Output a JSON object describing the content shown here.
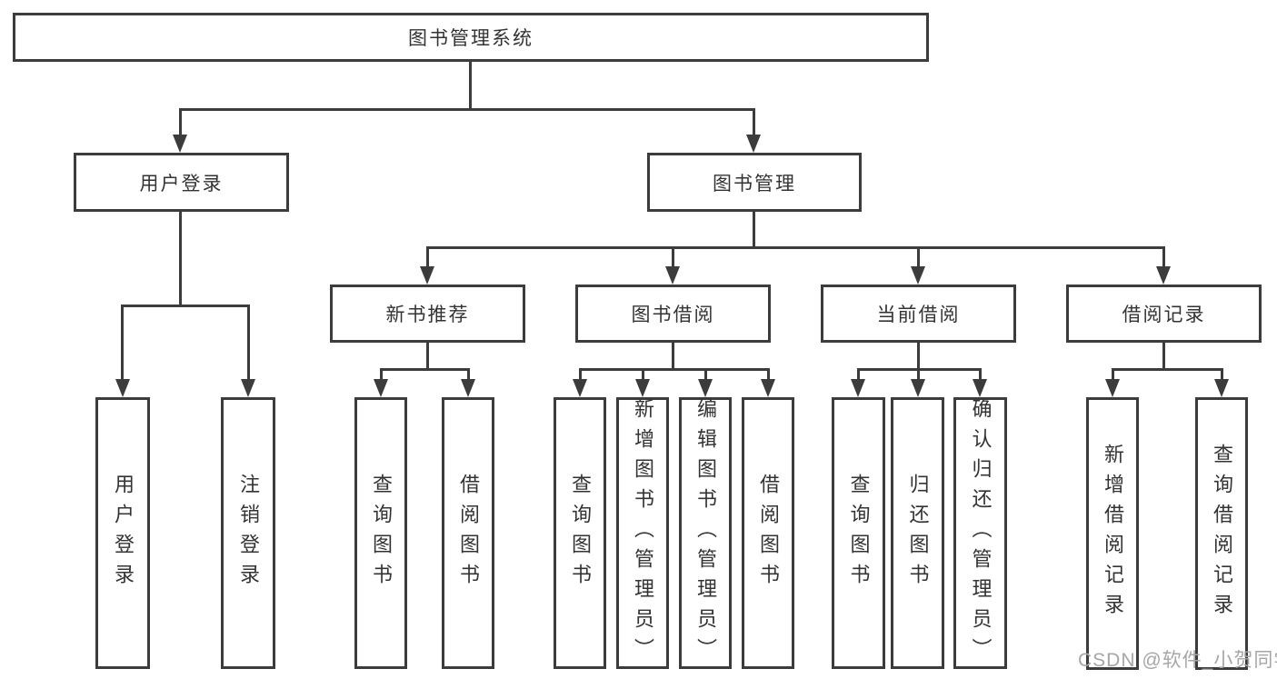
{
  "diagram": {
    "type": "tree",
    "title": "图书管理系统",
    "colors": {
      "line": "#3c3c3c",
      "box_border": "#3c3c3c",
      "text": "#333333",
      "background": "#ffffff",
      "watermark": "#a6a6a6"
    },
    "watermark": "CSDN @软件_小贺同学",
    "nodes": {
      "root": {
        "label": "图书管理系统"
      },
      "user_login": {
        "label": "用户登录"
      },
      "book_management": {
        "label": "图书管理"
      },
      "login": {
        "label": "用户登录"
      },
      "logout": {
        "label": "注销登录"
      },
      "new_book_recommend": {
        "label": "新书推荐"
      },
      "nb_query_book": {
        "label": "查询图书"
      },
      "nb_borrow_book": {
        "label": "借阅图书"
      },
      "book_borrow": {
        "label": "图书借阅"
      },
      "bb_query_book": {
        "label": "查询图书"
      },
      "bb_add_book": {
        "label": "新增图书（管理员）"
      },
      "bb_edit_book": {
        "label": "编辑图书（管理员）"
      },
      "bb_borrow_book": {
        "label": "借阅图书"
      },
      "current_borrow": {
        "label": "当前借阅"
      },
      "cb_query_book": {
        "label": "查询图书"
      },
      "cb_return_book": {
        "label": "归还图书"
      },
      "cb_confirm_return": {
        "label": "确认归还（管理员）"
      },
      "borrow_record": {
        "label": "借阅记录"
      },
      "br_add_record": {
        "label": "新增借阅记录"
      },
      "br_query_record": {
        "label": "查询借阅记录"
      }
    },
    "edges": [
      [
        "root",
        "user_login"
      ],
      [
        "root",
        "book_management"
      ],
      [
        "user_login",
        "login"
      ],
      [
        "user_login",
        "logout"
      ],
      [
        "book_management",
        "new_book_recommend"
      ],
      [
        "book_management",
        "book_borrow"
      ],
      [
        "book_management",
        "current_borrow"
      ],
      [
        "book_management",
        "borrow_record"
      ],
      [
        "new_book_recommend",
        "nb_query_book"
      ],
      [
        "new_book_recommend",
        "nb_borrow_book"
      ],
      [
        "book_borrow",
        "bb_query_book"
      ],
      [
        "book_borrow",
        "bb_add_book"
      ],
      [
        "book_borrow",
        "bb_edit_book"
      ],
      [
        "book_borrow",
        "bb_borrow_book"
      ],
      [
        "current_borrow",
        "cb_query_book"
      ],
      [
        "current_borrow",
        "cb_return_book"
      ],
      [
        "current_borrow",
        "cb_confirm_return"
      ],
      [
        "borrow_record",
        "br_add_record"
      ],
      [
        "borrow_record",
        "br_query_record"
      ]
    ]
  }
}
